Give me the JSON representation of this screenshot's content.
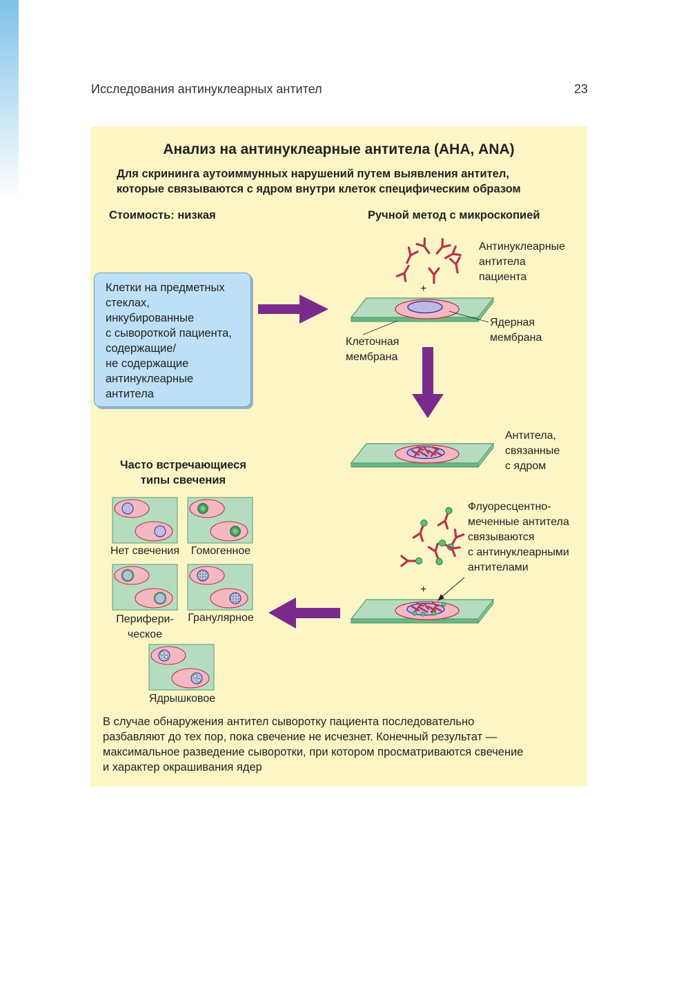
{
  "header": {
    "running_title": "Исследования антинуклеарных антител",
    "page_number": "23"
  },
  "diagram": {
    "title": "Анализ на антинуклеарные антитела (АНА, ANA)",
    "purpose_lines": [
      "Для скрининга аутоиммунных нарушений путем выявления антител,",
      "которые связываются с ядром внутри клеток специфическим образом"
    ],
    "cost": "Стоимость: низкая",
    "method": "Ручной метод с микроскопией",
    "input_box_lines": [
      "Клетки на предметных",
      "стеклах,",
      "инкубированные",
      "с сывороткой пациента,",
      "содержащие/",
      "не содержащие",
      "антинуклеарные",
      "антитела"
    ],
    "patient_antibodies_lines": [
      "Антинуклеарные",
      "антитела",
      "пациента"
    ],
    "plus_sign": "+",
    "nuclear_membrane_lines": [
      "Ядерная",
      "мембрана"
    ],
    "cell_membrane_lines": [
      "Клеточная",
      "мембрана"
    ],
    "bound_antibodies_lines": [
      "Антитела,",
      "связанные",
      "с ядром"
    ],
    "fluorescent_lines": [
      "Флуоресцентно-",
      "меченные антитела",
      "связываются",
      "с антинуклеарными",
      "антителами"
    ],
    "patterns_heading_lines": [
      "Часто встречающиеся",
      "типы свечения"
    ],
    "patterns": [
      {
        "id": "none",
        "label_lines": [
          "Нет свечения"
        ]
      },
      {
        "id": "homogeneous",
        "label_lines": [
          "Гомогенное"
        ]
      },
      {
        "id": "peripheral",
        "label_lines": [
          "Перифери-",
          "ческое"
        ]
      },
      {
        "id": "granular",
        "label_lines": [
          "Гранулярное"
        ]
      },
      {
        "id": "nucleolar",
        "label_lines": [
          "Ядрышковое"
        ]
      }
    ],
    "footer_lines": [
      "В случае обнаружения антител сыворотку пациента последовательно",
      "разбавляют до тех пор, пока свечение не исчезнет. Конечный результат —",
      "максимальное разведение сыворотки, при котором просматриваются свечение",
      "и характер окрашивания ядер"
    ]
  },
  "colors": {
    "panel_bg": "#fcf6c6",
    "arrow": "#7b2a8c",
    "slide": "#b5dcc0",
    "cell": "#f3b8c2",
    "nucleus": "#c0b8e6",
    "antibody": "#b8344a",
    "fluorescent_label": "#5fbf7a",
    "input_box": "#bde0f6"
  }
}
